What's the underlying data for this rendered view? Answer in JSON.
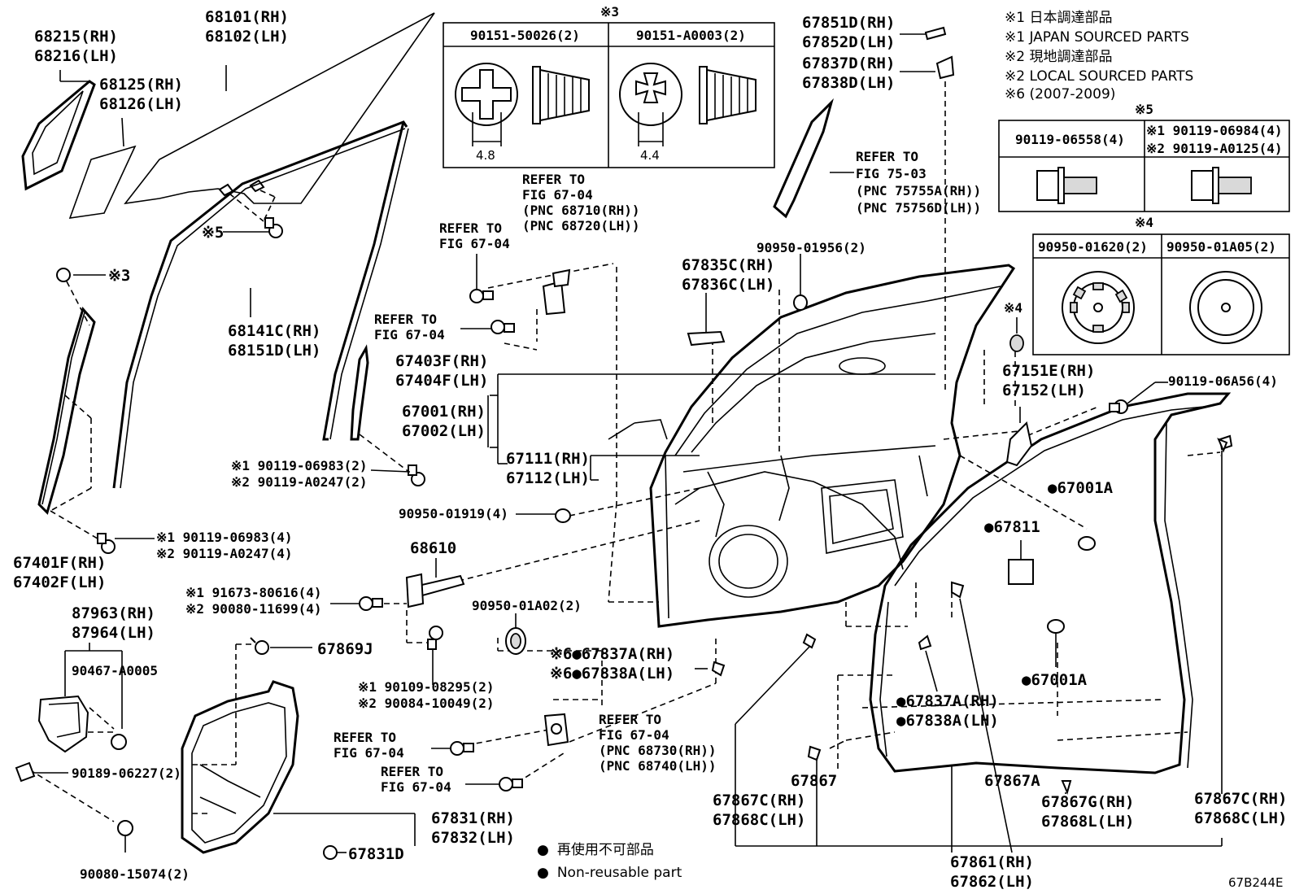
{
  "diagram_code": "67B244E",
  "notes": [
    "※1 日本調達部品",
    "※1 JAPAN SOURCED PARTS",
    "※2 現地調達部品",
    "※2 LOCAL SOURCED PARTS",
    "※6 (2007-2009)"
  ],
  "legend": {
    "bullet": "●",
    "lines": [
      "再使用不可部品",
      "Non-reusable part"
    ]
  },
  "table3": {
    "mark": "※3",
    "cols": [
      "90151-50026(2)",
      "90151-A0003(2)"
    ],
    "dims": [
      "4.8",
      "4.4"
    ]
  },
  "table5": {
    "mark": "※5",
    "col1": "90119-06558(4)",
    "col2": [
      "※1 90119-06984(4)",
      "※2 90119-A0125(4)"
    ]
  },
  "table4": {
    "mark": "※4",
    "cols": [
      "90950-01620(2)",
      "90950-01A05(2)"
    ]
  },
  "labels": [
    {
      "id": "l1",
      "lines": [
        "68215(RH)",
        "68216(LH)"
      ]
    },
    {
      "id": "l2",
      "lines": [
        "68101(RH)",
        "68102(LH)"
      ]
    },
    {
      "id": "l3",
      "lines": [
        "68125(RH)",
        "68126(LH)"
      ]
    },
    {
      "id": "l4",
      "lines": [
        "※5"
      ]
    },
    {
      "id": "l5",
      "lines": [
        "※3"
      ]
    },
    {
      "id": "l6",
      "lines": [
        "68141C(RH)",
        "68151D(LH)"
      ]
    },
    {
      "id": "l7",
      "lines": [
        "67403F(RH)",
        "67404F(LH)"
      ]
    },
    {
      "id": "l8",
      "lines": [
        "67001(RH)",
        "67002(LH)"
      ]
    },
    {
      "id": "l9",
      "lines": [
        "67111(RH)",
        "67112(LH)"
      ]
    },
    {
      "id": "l10",
      "lines": [
        "※1 90119-06983(2)",
        "※2 90119-A0247(2)"
      ]
    },
    {
      "id": "l11",
      "lines": [
        "90950-01919(4)"
      ]
    },
    {
      "id": "l12",
      "lines": [
        "※1 90119-06983(4)",
        "※2 90119-A0247(4)"
      ]
    },
    {
      "id": "l13",
      "lines": [
        "67401F(RH)",
        "67402F(LH)"
      ]
    },
    {
      "id": "l14",
      "lines": [
        "68610"
      ]
    },
    {
      "id": "l15",
      "lines": [
        "※1 91673-80616(4)",
        "※2 90080-11699(4)"
      ]
    },
    {
      "id": "l16",
      "lines": [
        "87963(RH)",
        "87964(LH)"
      ]
    },
    {
      "id": "l17",
      "lines": [
        "90467-A0005"
      ]
    },
    {
      "id": "l18",
      "lines": [
        "90189-06227(2)"
      ]
    },
    {
      "id": "l19",
      "lines": [
        "90080-15074(2)"
      ]
    },
    {
      "id": "l20",
      "lines": [
        "67869J"
      ]
    },
    {
      "id": "l21",
      "lines": [
        "90950-01A02(2)"
      ]
    },
    {
      "id": "l22",
      "lines": [
        "※1 90109-08295(2)",
        "※2 90084-10049(2)"
      ]
    },
    {
      "id": "l23",
      "lines": [
        "67831(RH)",
        "67832(LH)"
      ]
    },
    {
      "id": "l24",
      "lines": [
        "67831D"
      ]
    },
    {
      "id": "l25",
      "lines": [
        "REFER TO",
        "FIG 67-04",
        "(PNC 68710(RH))",
        "(PNC 68720(LH))"
      ]
    },
    {
      "id": "l26",
      "lines": [
        "REFER TO",
        "FIG 67-04"
      ]
    },
    {
      "id": "l27",
      "lines": [
        "REFER TO",
        "FIG 67-04"
      ]
    },
    {
      "id": "l28",
      "lines": [
        "REFER TO",
        "FIG 67-04"
      ]
    },
    {
      "id": "l29",
      "lines": [
        "REFER TO",
        "FIG 67-04",
        "(PNC 68730(RH))",
        "(PNC 68740(LH))"
      ]
    },
    {
      "id": "l30",
      "lines": [
        "REFER TO",
        "FIG 67-04"
      ]
    },
    {
      "id": "l31",
      "lines": [
        "※6●67837A(RH)",
        "※6●67838A(LH)"
      ]
    },
    {
      "id": "l32",
      "lines": [
        "67851D(RH)",
        "67852D(LH)",
        "67837D(RH)",
        "67838D(LH)"
      ]
    },
    {
      "id": "l33",
      "lines": [
        "REFER TO",
        "FIG 75-03",
        "(PNC 75755A(RH))",
        "(PNC 75756D(LH))"
      ]
    },
    {
      "id": "l34",
      "lines": [
        "90950-01956(2)"
      ]
    },
    {
      "id": "l35",
      "lines": [
        "67835C(RH)",
        "67836C(LH)"
      ]
    },
    {
      "id": "l36",
      "lines": [
        "※4"
      ]
    },
    {
      "id": "l37",
      "lines": [
        "67151E(RH)",
        "67152(LH)"
      ]
    },
    {
      "id": "l38",
      "lines": [
        "90119-06A56(4)"
      ]
    },
    {
      "id": "l39",
      "lines": [
        "●67001A"
      ]
    },
    {
      "id": "l40",
      "lines": [
        "●67811"
      ]
    },
    {
      "id": "l41",
      "lines": [
        "●67001A"
      ]
    },
    {
      "id": "l42",
      "lines": [
        "●67837A(RH)",
        "●67838A(LH)"
      ]
    },
    {
      "id": "l43",
      "lines": [
        "67867"
      ]
    },
    {
      "id": "l44",
      "lines": [
        "67867A"
      ]
    },
    {
      "id": "l45",
      "lines": [
        "67867C(RH)",
        "67868C(LH)"
      ]
    },
    {
      "id": "l46",
      "lines": [
        "67867G(RH)",
        "67868L(LH)"
      ]
    },
    {
      "id": "l47",
      "lines": [
        "67867C(RH)",
        "67868C(LH)"
      ]
    },
    {
      "id": "l48",
      "lines": [
        "67861(RH)",
        "67862(LH)"
      ]
    }
  ]
}
